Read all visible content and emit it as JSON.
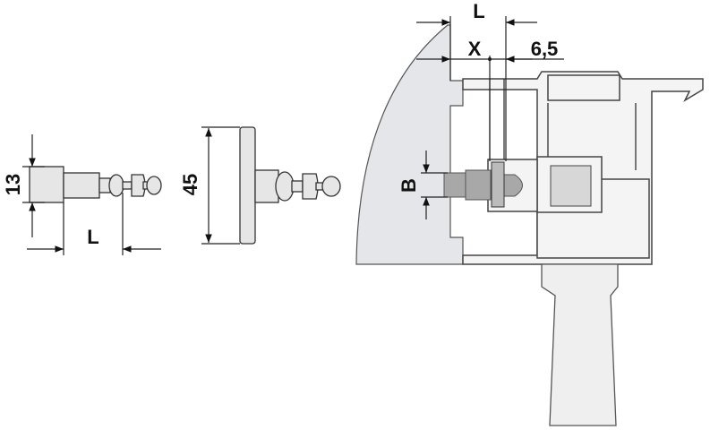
{
  "labels": {
    "part1_height": "13",
    "part1_length": "L",
    "part2_height": "45",
    "assembly_length": "L",
    "assembly_x": "X",
    "assembly_offset": "6,5",
    "assembly_b": "B"
  },
  "colors": {
    "panel": "#e4e6ea",
    "stud": "#a8a8a8",
    "line": "#222222"
  }
}
